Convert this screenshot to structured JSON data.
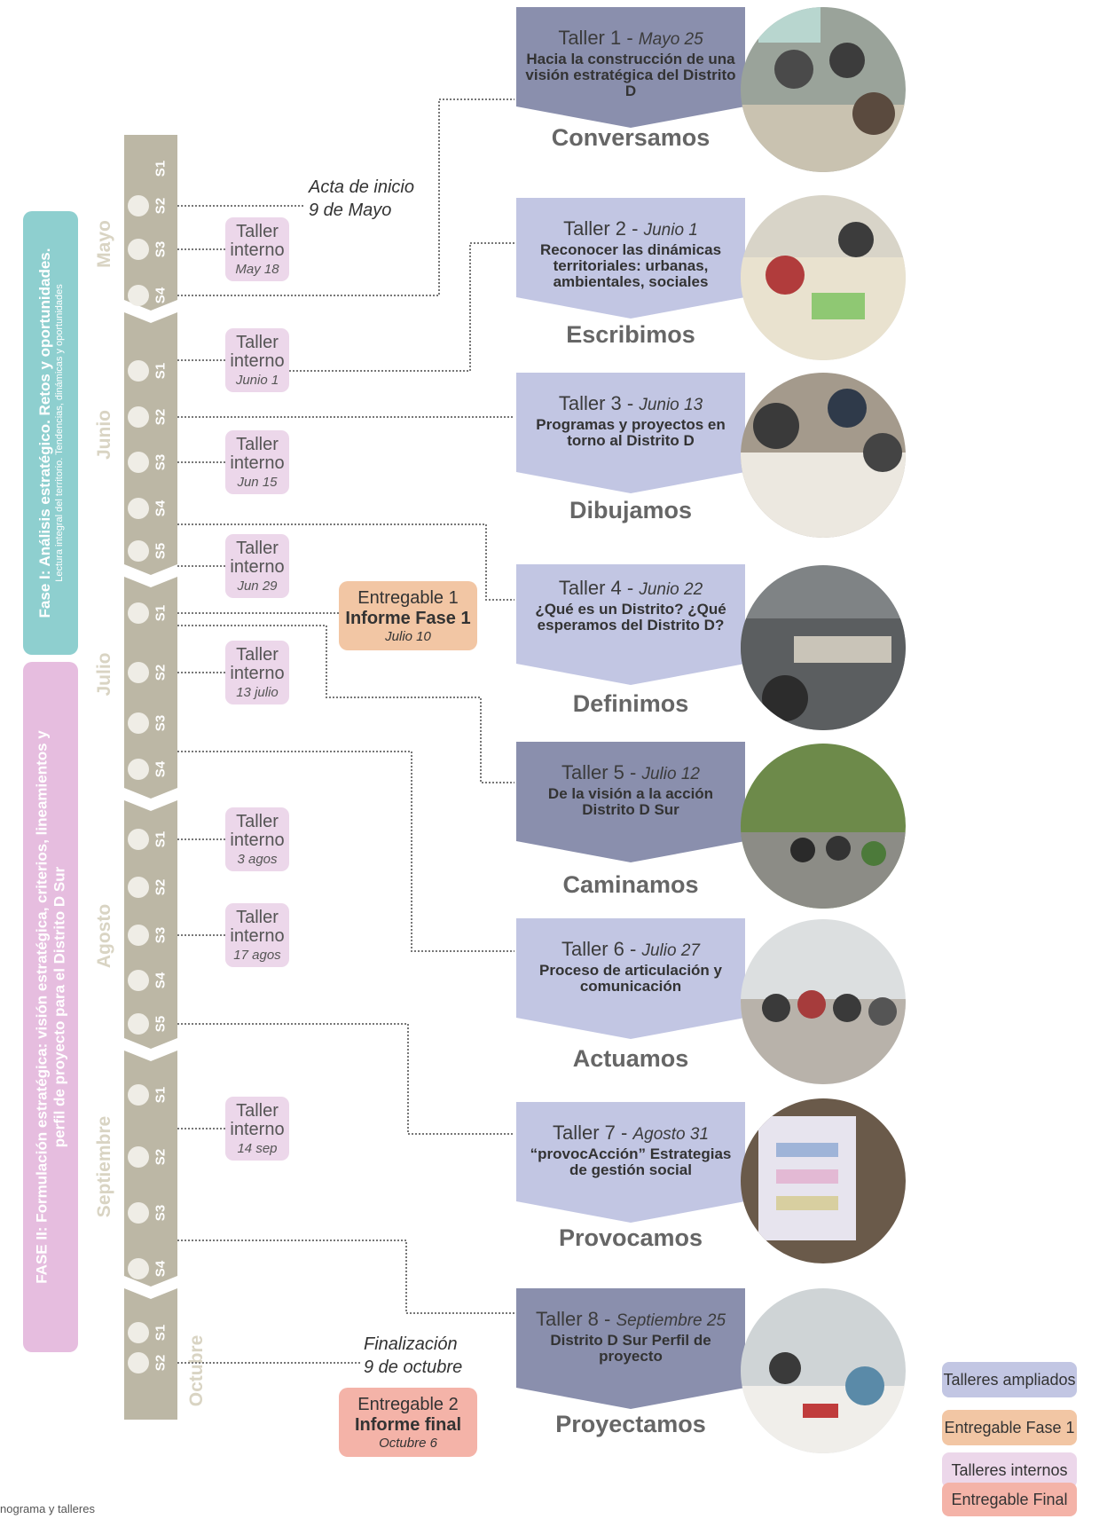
{
  "phases": [
    {
      "title": "Fase I: Análisis estratégico. Retos y oportunidades.",
      "subtitle": "Lectura integral del territorio. Tendencias, dinámicas y oportunidades",
      "color": "#8ecfcf"
    },
    {
      "title": "FASE II: Formulación estratégica: visión estratégica, criterios, lineamientos y",
      "subtitle": "perfil de proyecto para el Distrito D Sur",
      "color": "#e6bddf"
    }
  ],
  "months": [
    "Mayo",
    "Junio",
    "Julio",
    "Agosto",
    "Septiembre",
    "Octubre"
  ],
  "weeks": [
    "S1",
    "S2",
    "S3",
    "S4",
    "S1",
    "S2",
    "S3",
    "S4",
    "S5",
    "S1",
    "S2",
    "S3",
    "S4",
    "S1",
    "S2",
    "S3",
    "S4",
    "S5",
    "S1",
    "S2",
    "S3",
    "S4",
    "S1",
    "S2"
  ],
  "talleres_internos": [
    {
      "l1": "Taller",
      "l2": "interno",
      "date": "May 18"
    },
    {
      "l1": "Taller",
      "l2": "interno",
      "date": "Junio 1"
    },
    {
      "l1": "Taller",
      "l2": "interno",
      "date": "Jun 15"
    },
    {
      "l1": "Taller",
      "l2": "interno",
      "date": "Jun 29"
    },
    {
      "l1": "Taller",
      "l2": "interno",
      "date": "13 julio"
    },
    {
      "l1": "Taller",
      "l2": "interno",
      "date": "3  agos"
    },
    {
      "l1": "Taller",
      "l2": "interno",
      "date": "17 agos"
    },
    {
      "l1": "Taller",
      "l2": "interno",
      "date": "14 sep"
    }
  ],
  "talleres": [
    {
      "name": "Taller 1 - ",
      "date": "Mayo 25",
      "desc": "Hacia la construcción de una visión estratégica del Distrito D",
      "verb": "Conversamos"
    },
    {
      "name": "Taller 2 - ",
      "date": "Junio 1",
      "desc": "Reconocer las dinámicas territoriales: urbanas, ambientales, sociales",
      "verb": "Escribimos"
    },
    {
      "name": "Taller 3 - ",
      "date": "Junio 13",
      "desc": "Programas y proyectos en torno al Distrito D",
      "verb": "Dibujamos"
    },
    {
      "name": "Taller 4 - ",
      "date": "Junio 22",
      "desc": "¿Qué es un Distrito? ¿Qué esperamos del Distrito D?",
      "verb": "Definimos"
    },
    {
      "name": "Taller 5 - ",
      "date": "Julio 12",
      "desc": "De la visión a la acción Distrito D Sur",
      "verb": "Caminamos"
    },
    {
      "name": "Taller 6 - ",
      "date": "Julio 27",
      "desc": "Proceso de articulación y comunicación",
      "verb": "Actuamos"
    },
    {
      "name": "Taller 7 - ",
      "date": "Agosto 31",
      "desc": "“provocAcción” Estrategias de gestión social",
      "verb": "Provocamos"
    },
    {
      "name": "Taller 8 - ",
      "date": "Septiembre 25",
      "desc": "Distrito D Sur Perfil de proyecto",
      "verb": "Proyectamos"
    }
  ],
  "milestones": {
    "acta": {
      "l1": "Acta de inicio",
      "l2": "9 de Mayo"
    },
    "fin": {
      "l1": "Finalización",
      "l2": "9 de octubre"
    }
  },
  "entregables": [
    {
      "l1": "Entregable 1",
      "l2": "Informe Fase 1",
      "l3": "Julio 10",
      "color": "#f2c6a4"
    },
    {
      "l1": "Entregable 2",
      "l2": "Informe final",
      "l3": "Octubre 6",
      "color": "#f4b3a8"
    }
  ],
  "legend": [
    {
      "label": "Talleres ampliados",
      "color": "#c2c6e3"
    },
    {
      "label": "Entregable Fase 1",
      "color": "#f2c6a4"
    },
    {
      "label": "Talleres internos",
      "color": "#ecd7ea"
    },
    {
      "label": "Entregable Final",
      "color": "#f4b3a8"
    }
  ],
  "caption": "nograma y talleres",
  "colors": {
    "timeline": "#bcb7a5",
    "taller_box": "#8a8fad",
    "taller_box_light": "#c2c6e3"
  }
}
